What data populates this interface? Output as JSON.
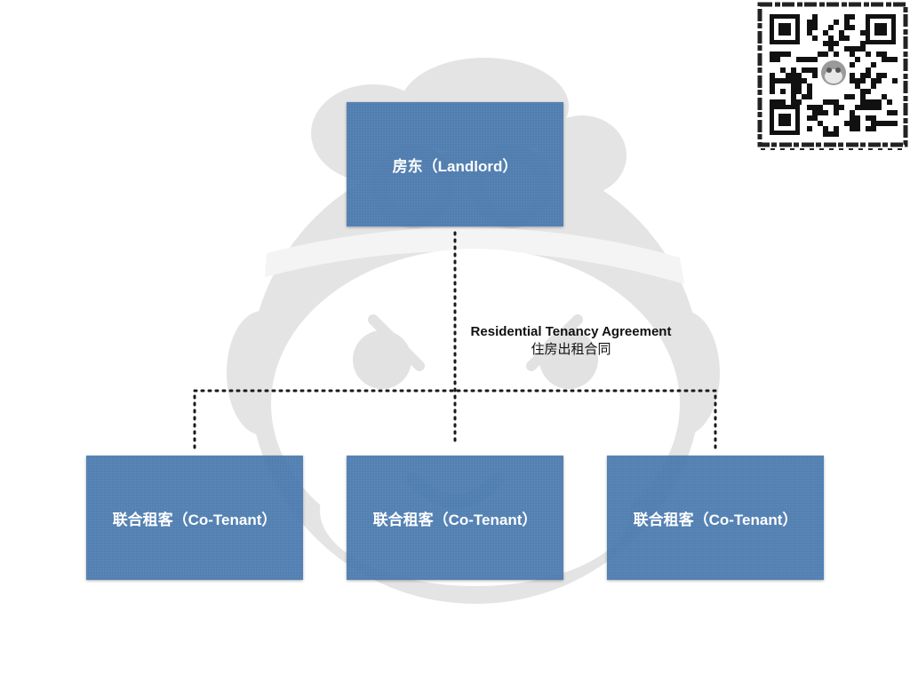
{
  "diagram": {
    "landlord_label": "房东（Landlord）",
    "agreement_label_en": "Residential Tenancy Agreement",
    "agreement_label_zh": "住房出租合同",
    "tenants": [
      {
        "label": "联合租客（Co-Tenant）"
      },
      {
        "label": "联合租客（Co-Tenant）"
      },
      {
        "label": "联合租客（Co-Tenant）"
      }
    ],
    "box_color": "#4677ad",
    "connector_style": "dotted"
  },
  "watermark": {
    "icon": "monkey-face-logo-icon"
  },
  "qr_code": {
    "icon": "qr-code-icon"
  }
}
